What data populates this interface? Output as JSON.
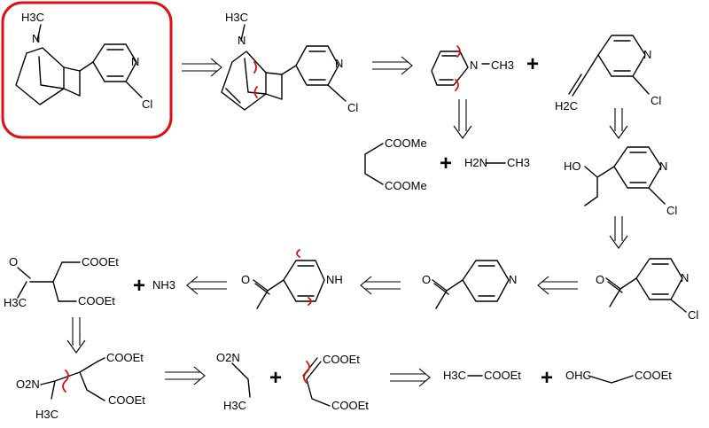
{
  "scheme": {
    "highlight_color": "#e01010",
    "target": {
      "n": "N",
      "me": "H3C",
      "n_py": "N",
      "cl": "Cl"
    },
    "int1": {
      "n": "N",
      "me": "H3C",
      "n_py": "N",
      "cl": "Cl"
    },
    "pyrrole": {
      "n": "N",
      "me": "CH3"
    },
    "vinylpyridine": {
      "ch2": "H2C",
      "n": "N",
      "cl": "Cl"
    },
    "succinate": {
      "e1": "COOMe",
      "e2": "COOMe"
    },
    "methylamine": {
      "h2n": "H2N",
      "ch3": "CH3"
    },
    "alcohol": {
      "ho": "HO",
      "n": "N",
      "cl": "Cl"
    },
    "chloro_ketone": {
      "o": "O",
      "n": "N",
      "cl": "Cl"
    },
    "acetylpyridine": {
      "o": "O",
      "n": "N"
    },
    "dihydropyridine": {
      "o": "O",
      "nh": "NH"
    },
    "ammonia": {
      "text": "NH3"
    },
    "diester": {
      "o": "O",
      "h3c": "H3C",
      "e1": "COOEt",
      "e2": "COOEt"
    },
    "nitro_diester": {
      "o2n": "O2N",
      "h3c": "H3C",
      "e1": "COOEt",
      "e2": "COOEt"
    },
    "nitroethane": {
      "o2n": "O2N",
      "h3c": "H3C"
    },
    "unsat_diester": {
      "e1": "COOEt",
      "e2": "COOEt"
    },
    "ethyl_acetate": {
      "h3c": "H3C",
      "ester": "COOEt"
    },
    "aldehyde_ester": {
      "ohc": "OHC",
      "ester": "COOEt"
    },
    "plus": "+"
  }
}
